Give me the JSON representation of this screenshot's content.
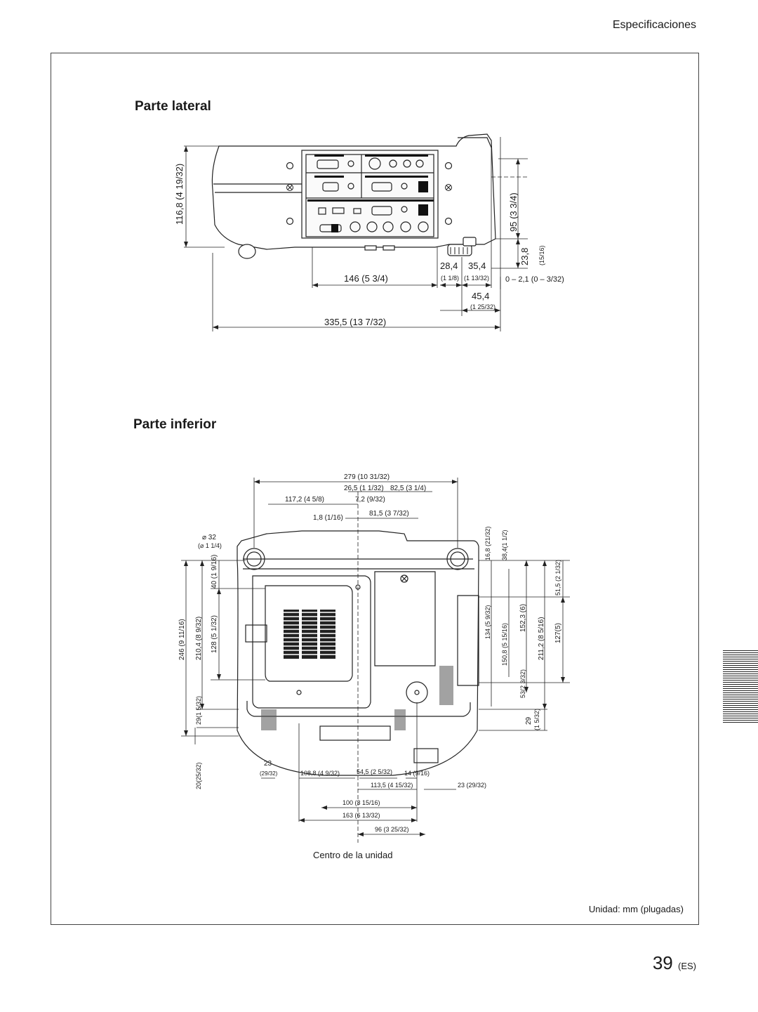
{
  "header": {
    "section": "Especificaciones"
  },
  "side_view": {
    "title": "Parte lateral",
    "dims": {
      "height": "116,8 (4 19/32)",
      "front_len": "146 (5 3/4)",
      "total_len": "335,5 (13 7/32)",
      "d_28_4": "28,4",
      "d_28_4_in": "(1 1/8)",
      "d_35_4": "35,4",
      "d_35_4_in": "(1 13/32)",
      "d_45_4": "45,4",
      "d_45_4_in": "(1 25/32)",
      "d_95": "95 (3 3/4)",
      "d_23_8": "23,8",
      "d_23_8_in": "(15/16)",
      "d_foot": "0 – 2,1 (0 – 3/32)"
    }
  },
  "bottom_view": {
    "title": "Parte inferior",
    "dims": {
      "w_279": "279 (10 31/32)",
      "w_26_5": "26,5 (1 1/32)",
      "w_82_5": "82,5 (3 1/4)",
      "w_117_2": "117,2 (4 5/8)",
      "w_7_2": "7,2 (9/32)",
      "w_1_8": "1,8 (1/16)",
      "w_81_5": "81,5 (3 7/32)",
      "dia_32": "⌀ 32",
      "dia_32_in": "(⌀ 1 1/4)",
      "h_246": "246 (9 11/16)",
      "h_210_4": "210,4 (8 9/32)",
      "h_128": "128 (5 1/32)",
      "h_40": "40 (1 9/16)",
      "h_29": "29(1 5/32)",
      "h_20": "20(25/32)",
      "r_16_8": "16,8 (21/32)",
      "r_38_4": "38,4(1 1/2)",
      "r_134": "134 (5 9/32)",
      "r_150_8": "150,8 (5 15/16)",
      "r_152_3": "152,3 (6)",
      "r_53": "53(2 3/32)",
      "r_211_2": "211,2 (8 5/16)",
      "r_51_5": "51,5 (2 1/32)",
      "r_127": "127(5)",
      "r_29": "29",
      "r_29_in": "(1 5/32)",
      "b_23": "23",
      "b_23_in": "(29/32)",
      "b_108_8": "108,8 (4 9/32)",
      "b_54_5": "54,5 (2 5/32)",
      "b_14": "14 (9/16)",
      "b_113_5": "113,5 (4 15/32)",
      "b_23r": "23 (29/32)",
      "b_100": "100 (3 15/16)",
      "b_163": "163 (6 13/32)",
      "b_96": "96 (3 25/32)"
    },
    "center_label": "Centro de la unidad"
  },
  "units_note": "Unidad: mm (plugadas)",
  "page_number": "39",
  "page_lang": "(ES)"
}
